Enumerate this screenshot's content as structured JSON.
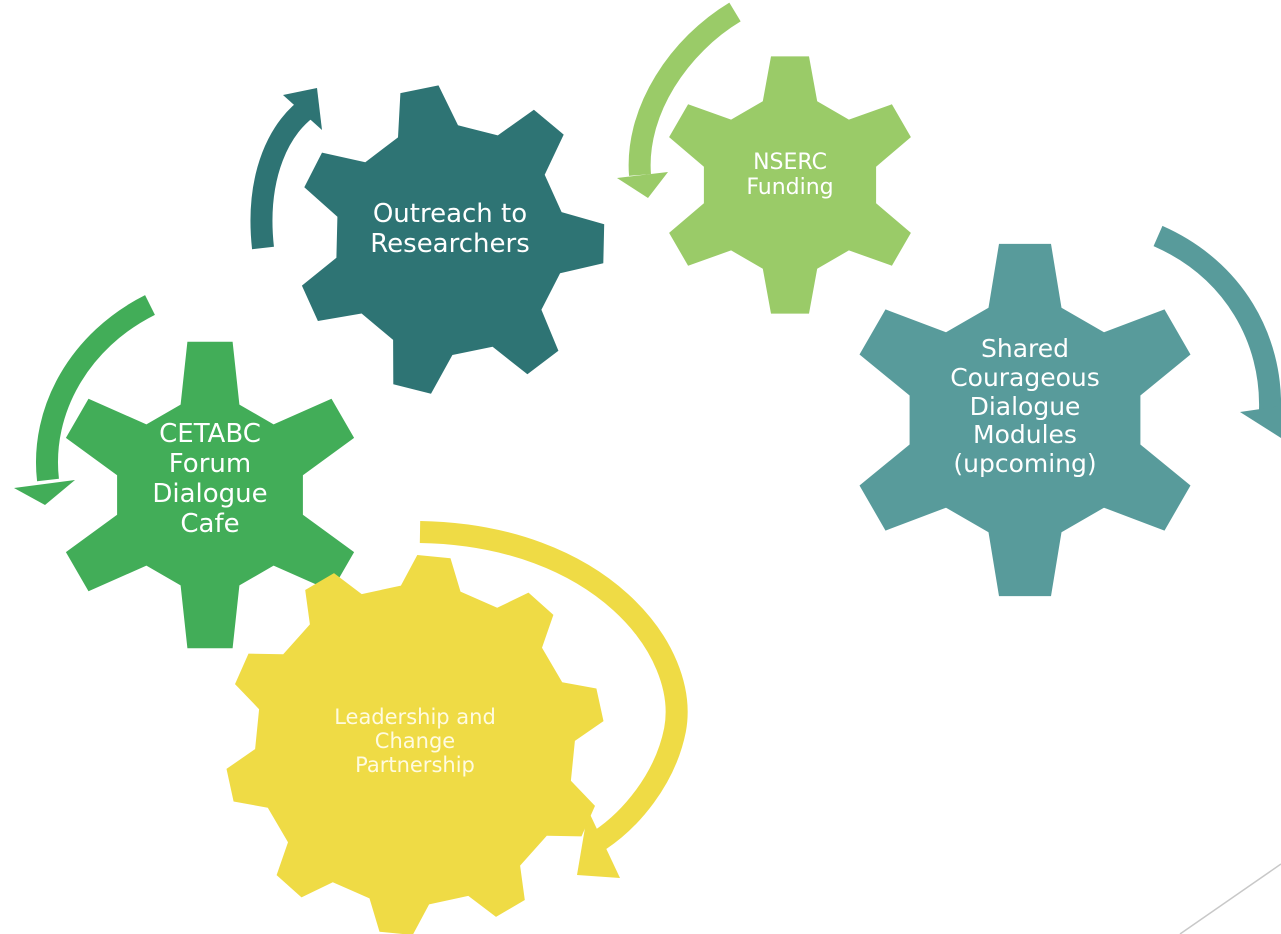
{
  "diagram": {
    "gears": [
      {
        "id": "outreach",
        "label": "Outreach to\nResearchers",
        "color": "#2e7474"
      },
      {
        "id": "nserc",
        "label": "NSERC\nFunding",
        "color": "#9acb68"
      },
      {
        "id": "shared",
        "label": "Shared\nCourageous\nDialogue\nModules\n(upcoming)",
        "color": "#589b9b"
      },
      {
        "id": "cetabc",
        "label": "CETABC\nForum\nDialogue\nCafe",
        "color": "#42ad58"
      },
      {
        "id": "leadership",
        "label": "Leadership and\nChange\nPartnership",
        "color": "#efdb45"
      }
    ]
  }
}
